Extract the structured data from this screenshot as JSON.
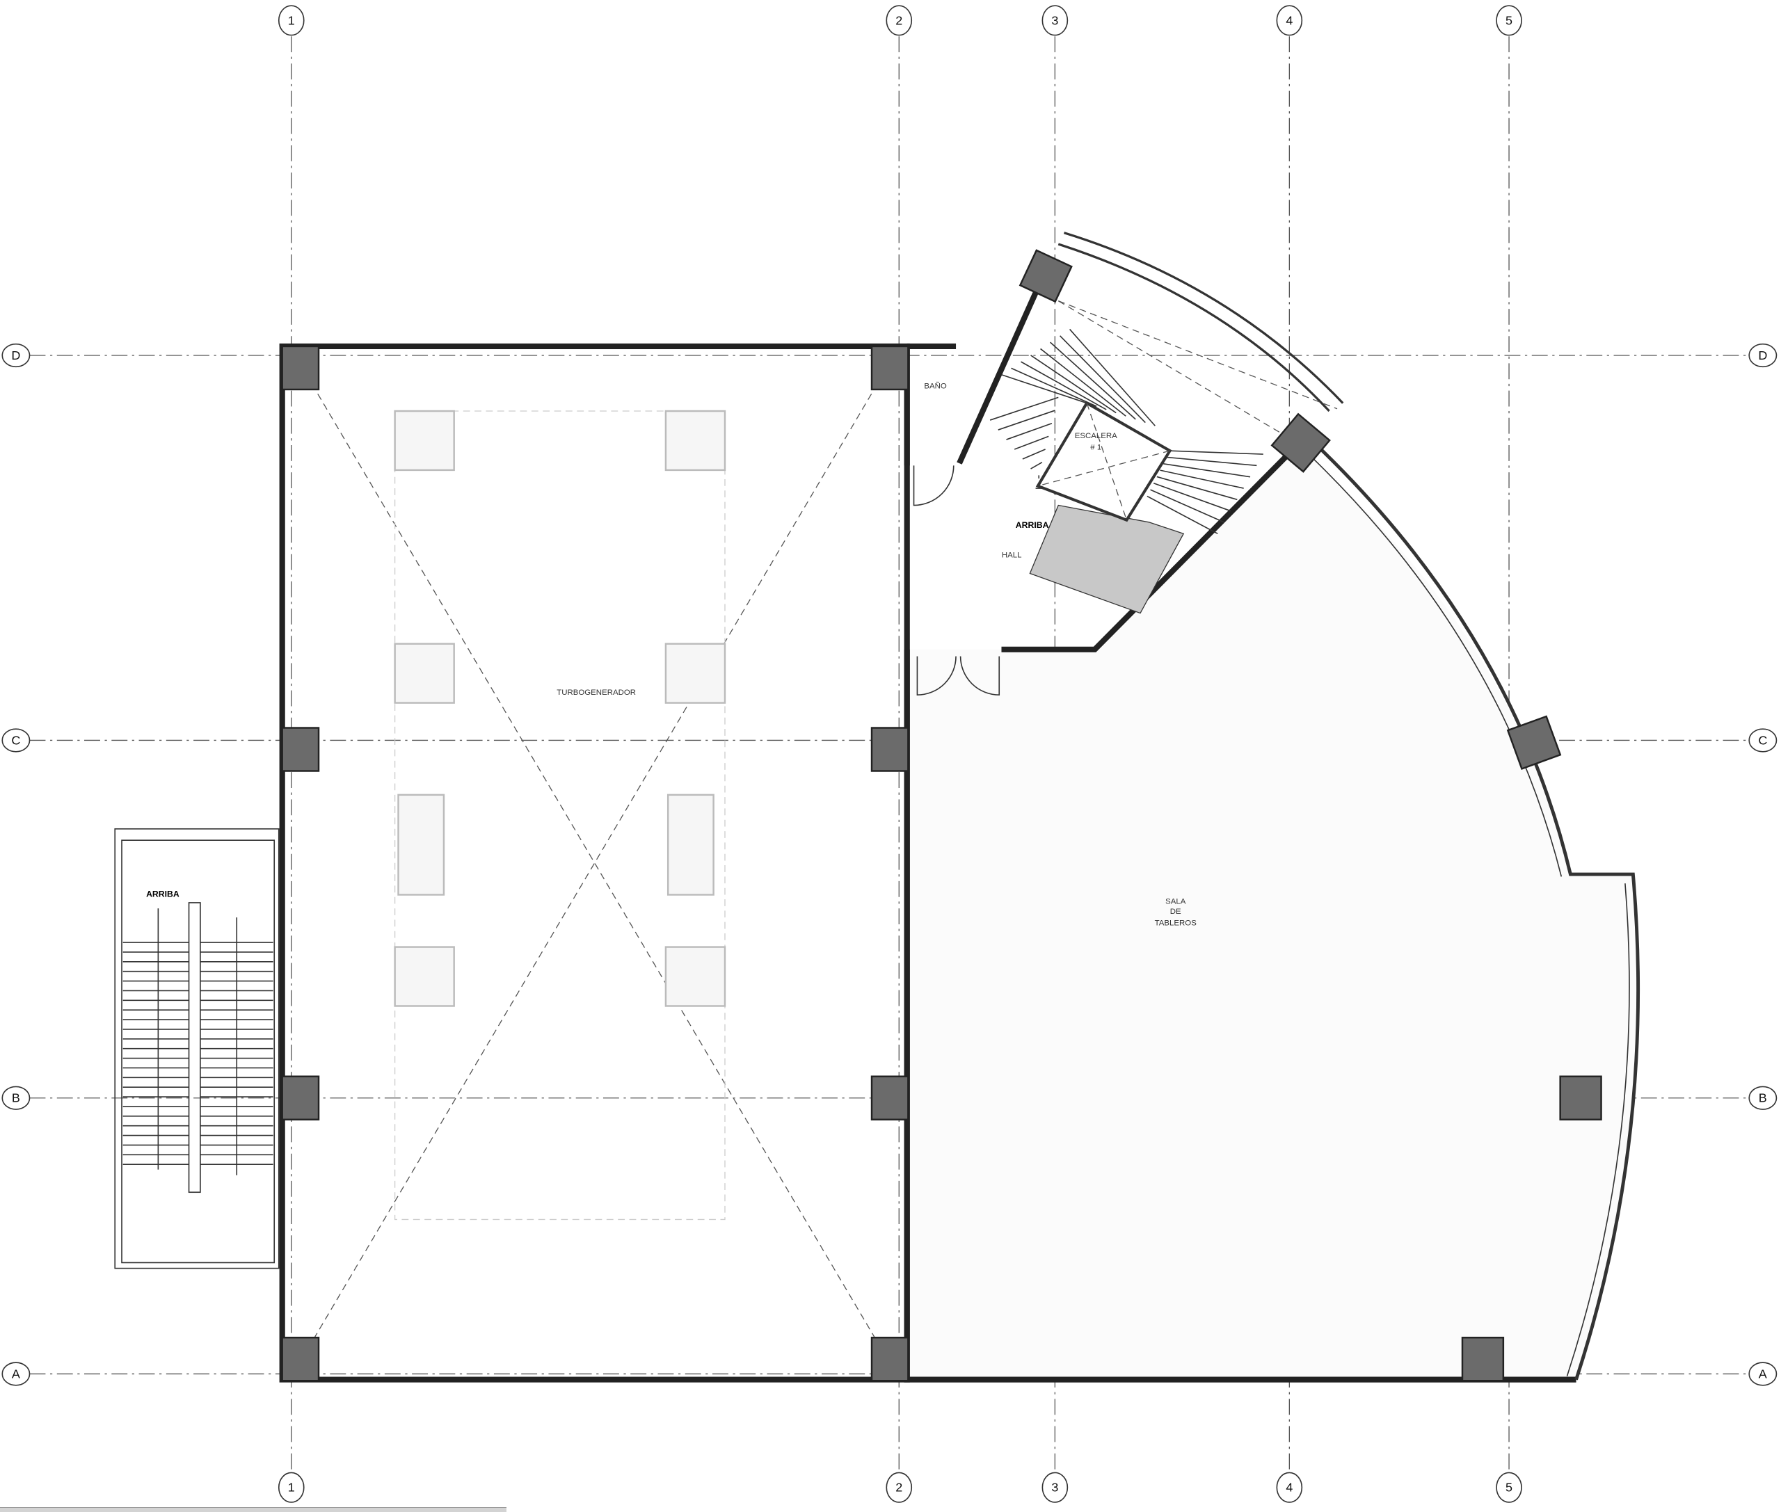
{
  "grid": {
    "columns": [
      "1",
      "2",
      "3",
      "4",
      "5"
    ],
    "rows": [
      "D",
      "C",
      "B",
      "A"
    ]
  },
  "rooms": {
    "turbogenerador": "TURBOGENERADOR",
    "sala_line1": "SALA",
    "sala_line2": "DE",
    "sala_line3": "TABLEROS",
    "bano": "BAÑO",
    "escalera_line1": "ESCALERA",
    "escalera_line2": "# 1",
    "hall": "HALL",
    "arriba_hall": "ARRIBA",
    "arriba_left": "ARRIBA"
  },
  "colors": {
    "column_fill": "#6b6b6b",
    "stair_shade": "#c8c8c8",
    "line": "#222222"
  }
}
